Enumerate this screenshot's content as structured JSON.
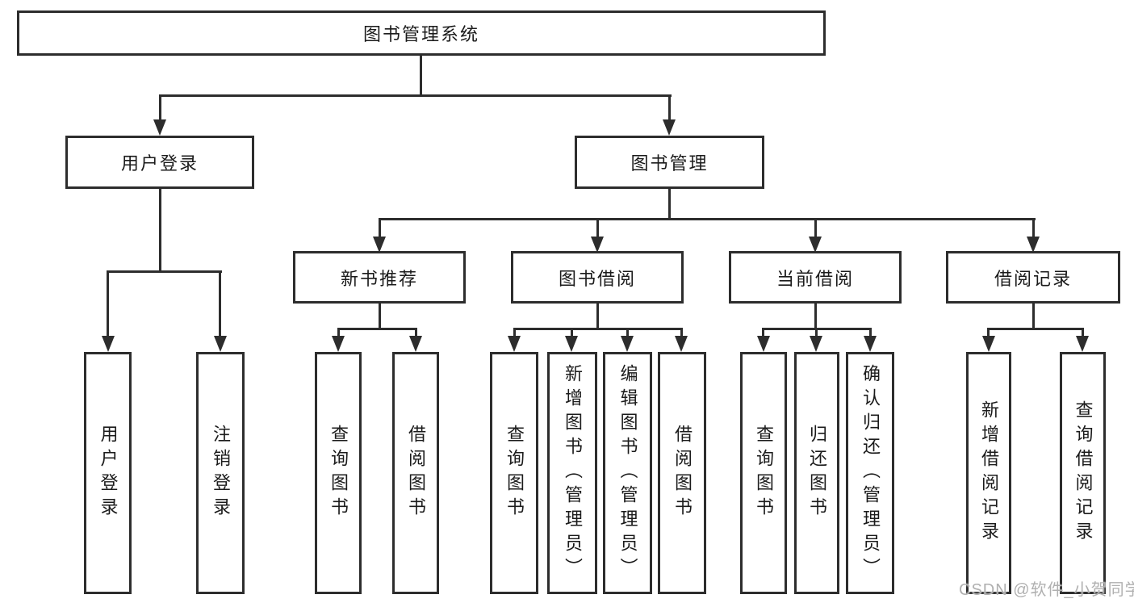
{
  "diagram": {
    "root": {
      "label": "图书管理系统"
    },
    "branches": [
      {
        "label": "用户登录",
        "leaves": [
          "用户登录",
          "注销登录"
        ]
      },
      {
        "label": "图书管理",
        "groups": [
          {
            "label": "新书推荐",
            "leaves": [
              "查询图书",
              "借阅图书"
            ]
          },
          {
            "label": "图书借阅",
            "leaves": [
              "查询图书",
              "新增图书（管理员）",
              "编辑图书（管理员）",
              "借阅图书"
            ]
          },
          {
            "label": "当前借阅",
            "leaves": [
              "查询图书",
              "归还图书",
              "确认归还（管理员）"
            ]
          },
          {
            "label": "借阅记录",
            "leaves": [
              "新增借阅记录",
              "查询借阅记录"
            ]
          }
        ]
      }
    ]
  },
  "watermark": "CSDN @软件_小贺同学",
  "colors": {
    "line": "#2d2d2d",
    "text": "#1b1b1b",
    "watermark": "#b0b0b0",
    "background": "#ffffff"
  }
}
